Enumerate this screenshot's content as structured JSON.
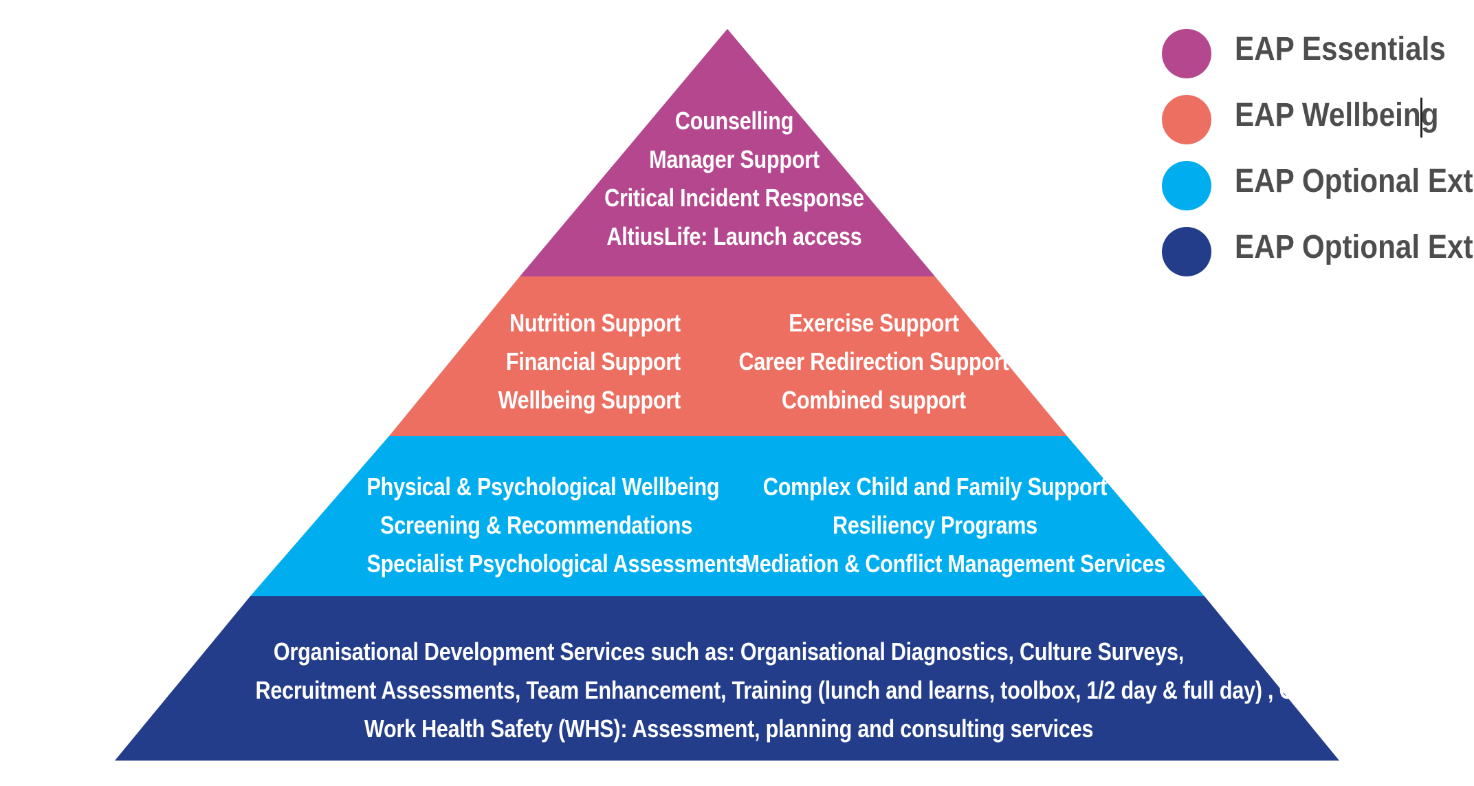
{
  "colors": {
    "essentials": "#b4478e",
    "wellbeing": "#ec6f62",
    "optional_light": "#00aeef",
    "optional_dark": "#233d8b"
  },
  "legend": [
    {
      "label": "EAP Essentials",
      "color": "#b4478e"
    },
    {
      "label": "EAP Wellbeing",
      "color": "#ec6f62"
    },
    {
      "label": "EAP Optional Extras",
      "color": "#00aeef"
    },
    {
      "label": "EAP Optional Extras",
      "color": "#233d8b"
    }
  ],
  "tiers": {
    "essentials": {
      "lines": [
        "Counselling",
        "Manager Support",
        "Critical Incident Response",
        "AltiusLife: Launch access"
      ]
    },
    "wellbeing": {
      "left": [
        "Nutrition  Support",
        "Financial  Support",
        "Wellbeing Support"
      ],
      "right": [
        "Exercise Support",
        "Career Redirection Support",
        "Combined support"
      ]
    },
    "optional_light": {
      "left": [
        "Physical & Psychological Wellbeing",
        "Screening & Recommendations",
        "Specialist Psychological Assessments"
      ],
      "right": [
        "Complex Child and Family Support",
        "Resiliency Programs",
        "Mediation & Conflict Management Services"
      ]
    },
    "optional_dark": {
      "lines": [
        "Organisational Development Services such as: Organisational Diagnostics, Culture Surveys,",
        "Recruitment Assessments, Team Enhancement, Training (lunch and learns, toolbox, 1/2 day & full day) , Coaching",
        "Work Health Safety (WHS): Assessment, planning and consulting services"
      ]
    }
  }
}
